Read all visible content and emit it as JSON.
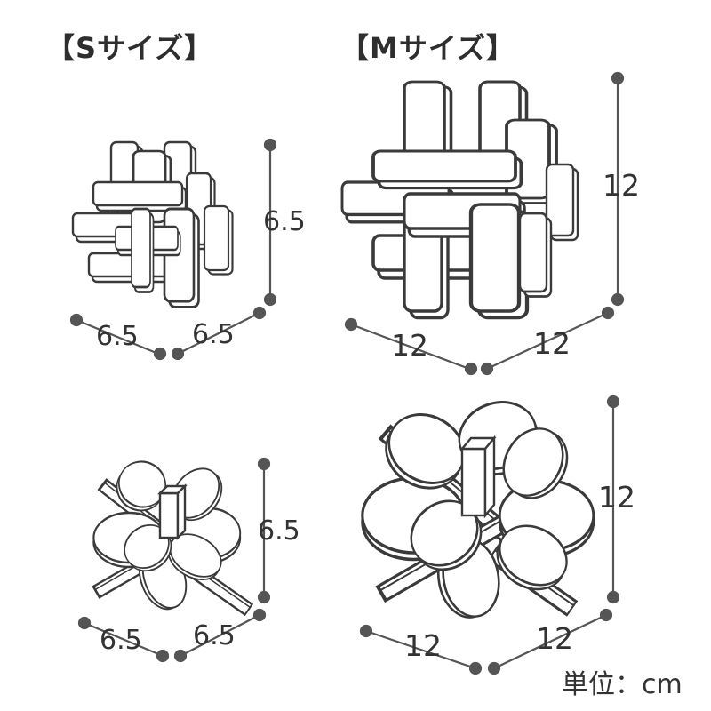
{
  "headers": {
    "small": "【Sサイズ】",
    "medium": "【Mサイズ】"
  },
  "small_top": {
    "height": "6.5",
    "width_left": "6.5",
    "width_right": "6.5"
  },
  "medium_top": {
    "height": "12",
    "width_left": "12",
    "width_right": "12"
  },
  "small_bottom": {
    "height": "6.5",
    "width_left": "6.5",
    "width_right": "6.5"
  },
  "medium_bottom": {
    "height": "12",
    "width_left": "12",
    "width_right": "12"
  },
  "unit_label": "単位：cm",
  "colors": {
    "line": "#3a3a3a",
    "fill": "#ffffff",
    "dot": "#555555"
  }
}
